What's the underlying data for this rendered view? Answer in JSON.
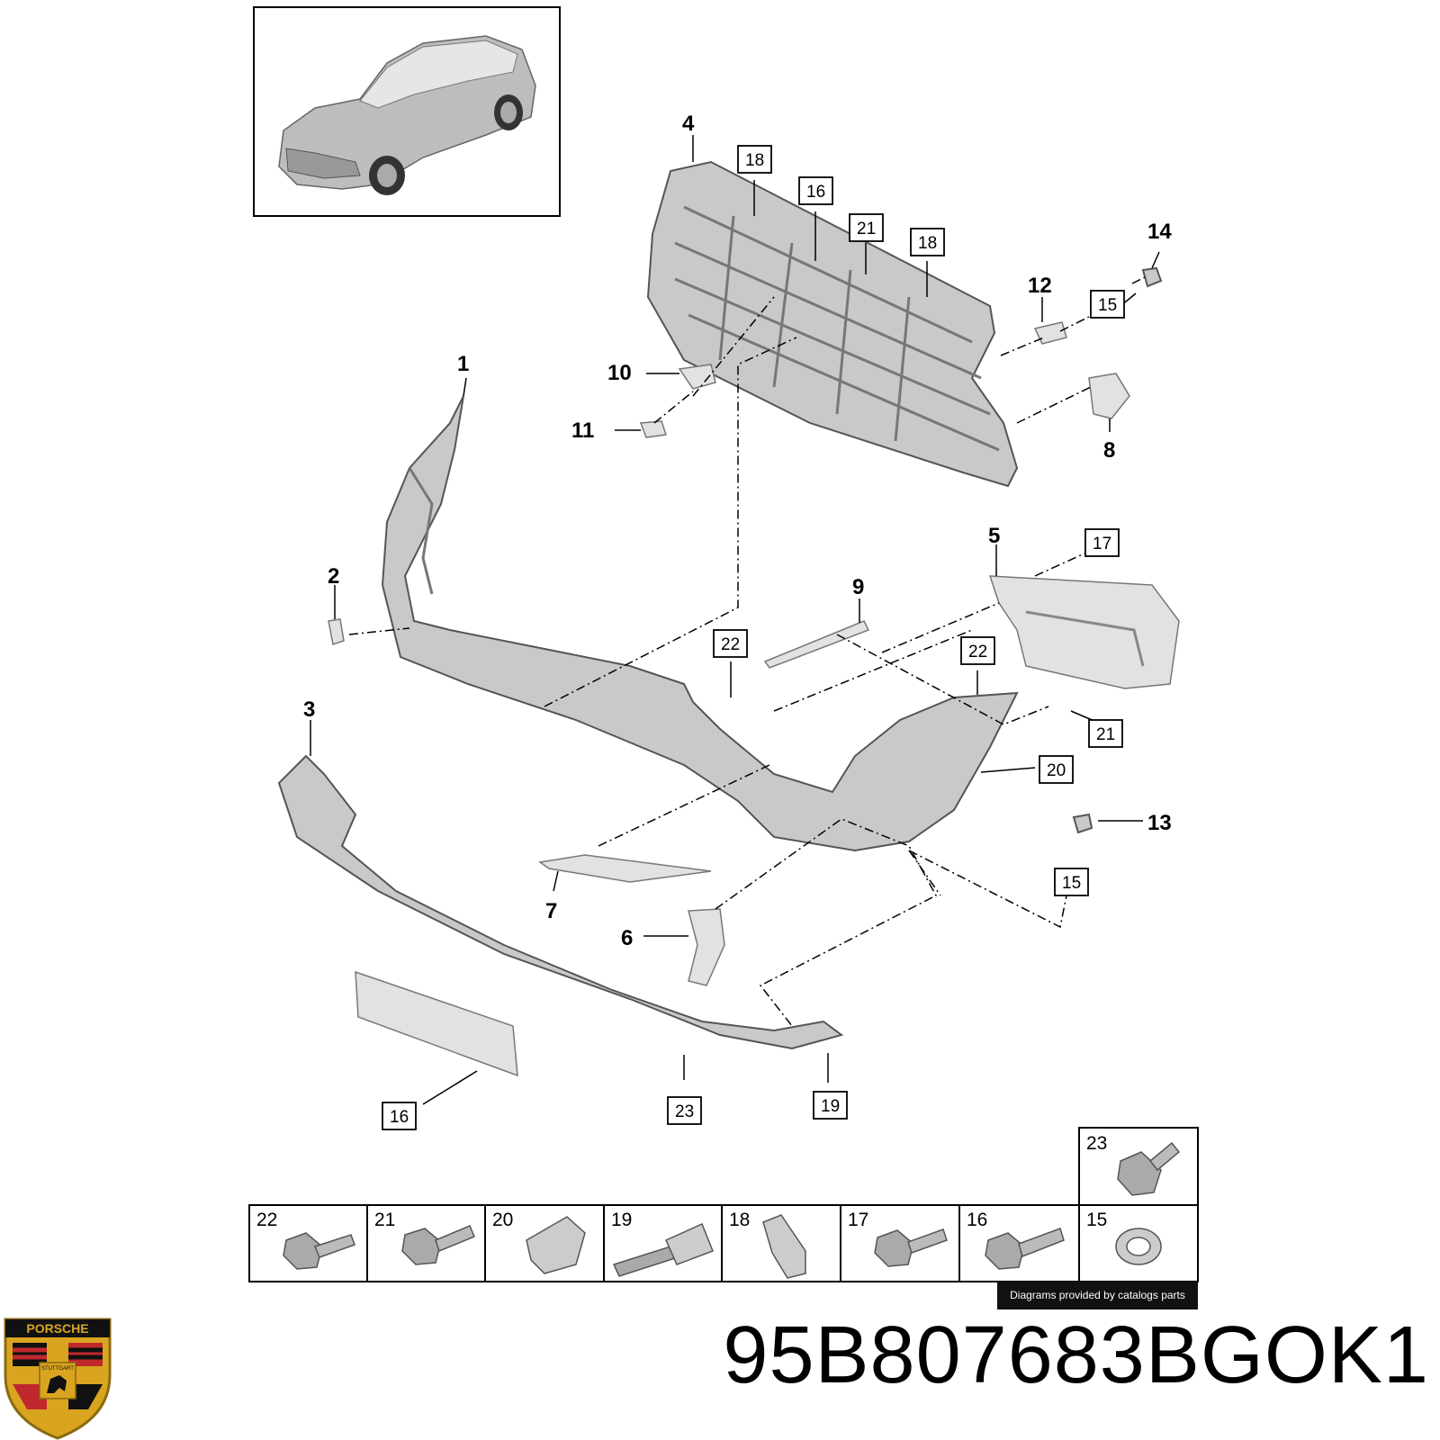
{
  "callouts": [
    {
      "id": "c1",
      "label": "1"
    },
    {
      "id": "c2",
      "label": "2"
    },
    {
      "id": "c3",
      "label": "3"
    },
    {
      "id": "c4",
      "label": "4"
    },
    {
      "id": "c5",
      "label": "5"
    },
    {
      "id": "c6",
      "label": "6"
    },
    {
      "id": "c7",
      "label": "7"
    },
    {
      "id": "c8",
      "label": "8"
    },
    {
      "id": "c9",
      "label": "9"
    },
    {
      "id": "c10",
      "label": "10"
    },
    {
      "id": "c11",
      "label": "11"
    },
    {
      "id": "c12",
      "label": "12"
    },
    {
      "id": "c13",
      "label": "13"
    },
    {
      "id": "c14",
      "label": "14"
    }
  ],
  "boxed_callouts": [
    {
      "id": "b18a",
      "label": "18"
    },
    {
      "id": "b16a",
      "label": "16"
    },
    {
      "id": "b21a",
      "label": "21"
    },
    {
      "id": "b18b",
      "label": "18"
    },
    {
      "id": "b15a",
      "label": "15"
    },
    {
      "id": "b17",
      "label": "17"
    },
    {
      "id": "b22a",
      "label": "22"
    },
    {
      "id": "b22b",
      "label": "22"
    },
    {
      "id": "b21b",
      "label": "21"
    },
    {
      "id": "b20",
      "label": "20"
    },
    {
      "id": "b15b",
      "label": "15"
    },
    {
      "id": "b16b",
      "label": "16"
    },
    {
      "id": "b23",
      "label": "23"
    },
    {
      "id": "b19",
      "label": "19"
    }
  ],
  "fastener_table": [
    {
      "label": "22"
    },
    {
      "label": "21"
    },
    {
      "label": "20"
    },
    {
      "label": "19"
    },
    {
      "label": "18"
    },
    {
      "label": "17"
    },
    {
      "label": "16"
    },
    {
      "label": "15"
    },
    {
      "label": "23"
    }
  ],
  "credit": "Diagrams provided by catalogs parts",
  "part_number": "95B807683BGOK1",
  "logo": {
    "text": "PORSCHE",
    "subtext": "STUTTGART",
    "colors": {
      "gold": "#d9a520",
      "red": "#c0282d",
      "black": "#111111"
    }
  }
}
